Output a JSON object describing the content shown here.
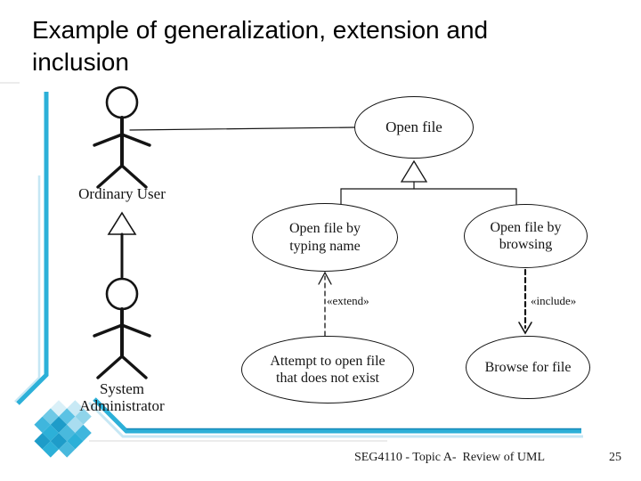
{
  "title": "Example of generalization, extension and\ninclusion",
  "diagram": {
    "actors": [
      {
        "name": "Ordinary User"
      },
      {
        "name": "System\nAdministrator"
      }
    ],
    "use_cases": {
      "open_file": "Open file",
      "open_by_typing": "Open file by\ntyping name",
      "open_by_browsing": "Open file by\nbrowsing",
      "attempt_open": "Attempt to open file\nthat does not exist",
      "browse_for_file": "Browse for file"
    },
    "stereotypes": {
      "extend": "«extend»",
      "include": "«include»"
    },
    "relationships": [
      {
        "type": "association",
        "from": "Ordinary User",
        "to": "Open file"
      },
      {
        "type": "generalization",
        "from": "System Administrator",
        "to": "Ordinary User"
      },
      {
        "type": "generalization",
        "from": "Open file by typing name",
        "to": "Open file"
      },
      {
        "type": "generalization",
        "from": "Open file by browsing",
        "to": "Open file"
      },
      {
        "type": "extend",
        "from": "Attempt to open file that does not exist",
        "to": "Open file by typing name",
        "label": "«extend»"
      },
      {
        "type": "include",
        "from": "Open file by browsing",
        "to": "Browse for file",
        "label": "«include»"
      }
    ]
  },
  "footer": {
    "course": "SEG4110 - Topic A-  Review of UML",
    "page": "25"
  },
  "colors": {
    "accent": "#2CB0D8",
    "accent_dark": "#1287B8",
    "accent_light": "#C6E7F4",
    "diagram_line": "#141414"
  }
}
